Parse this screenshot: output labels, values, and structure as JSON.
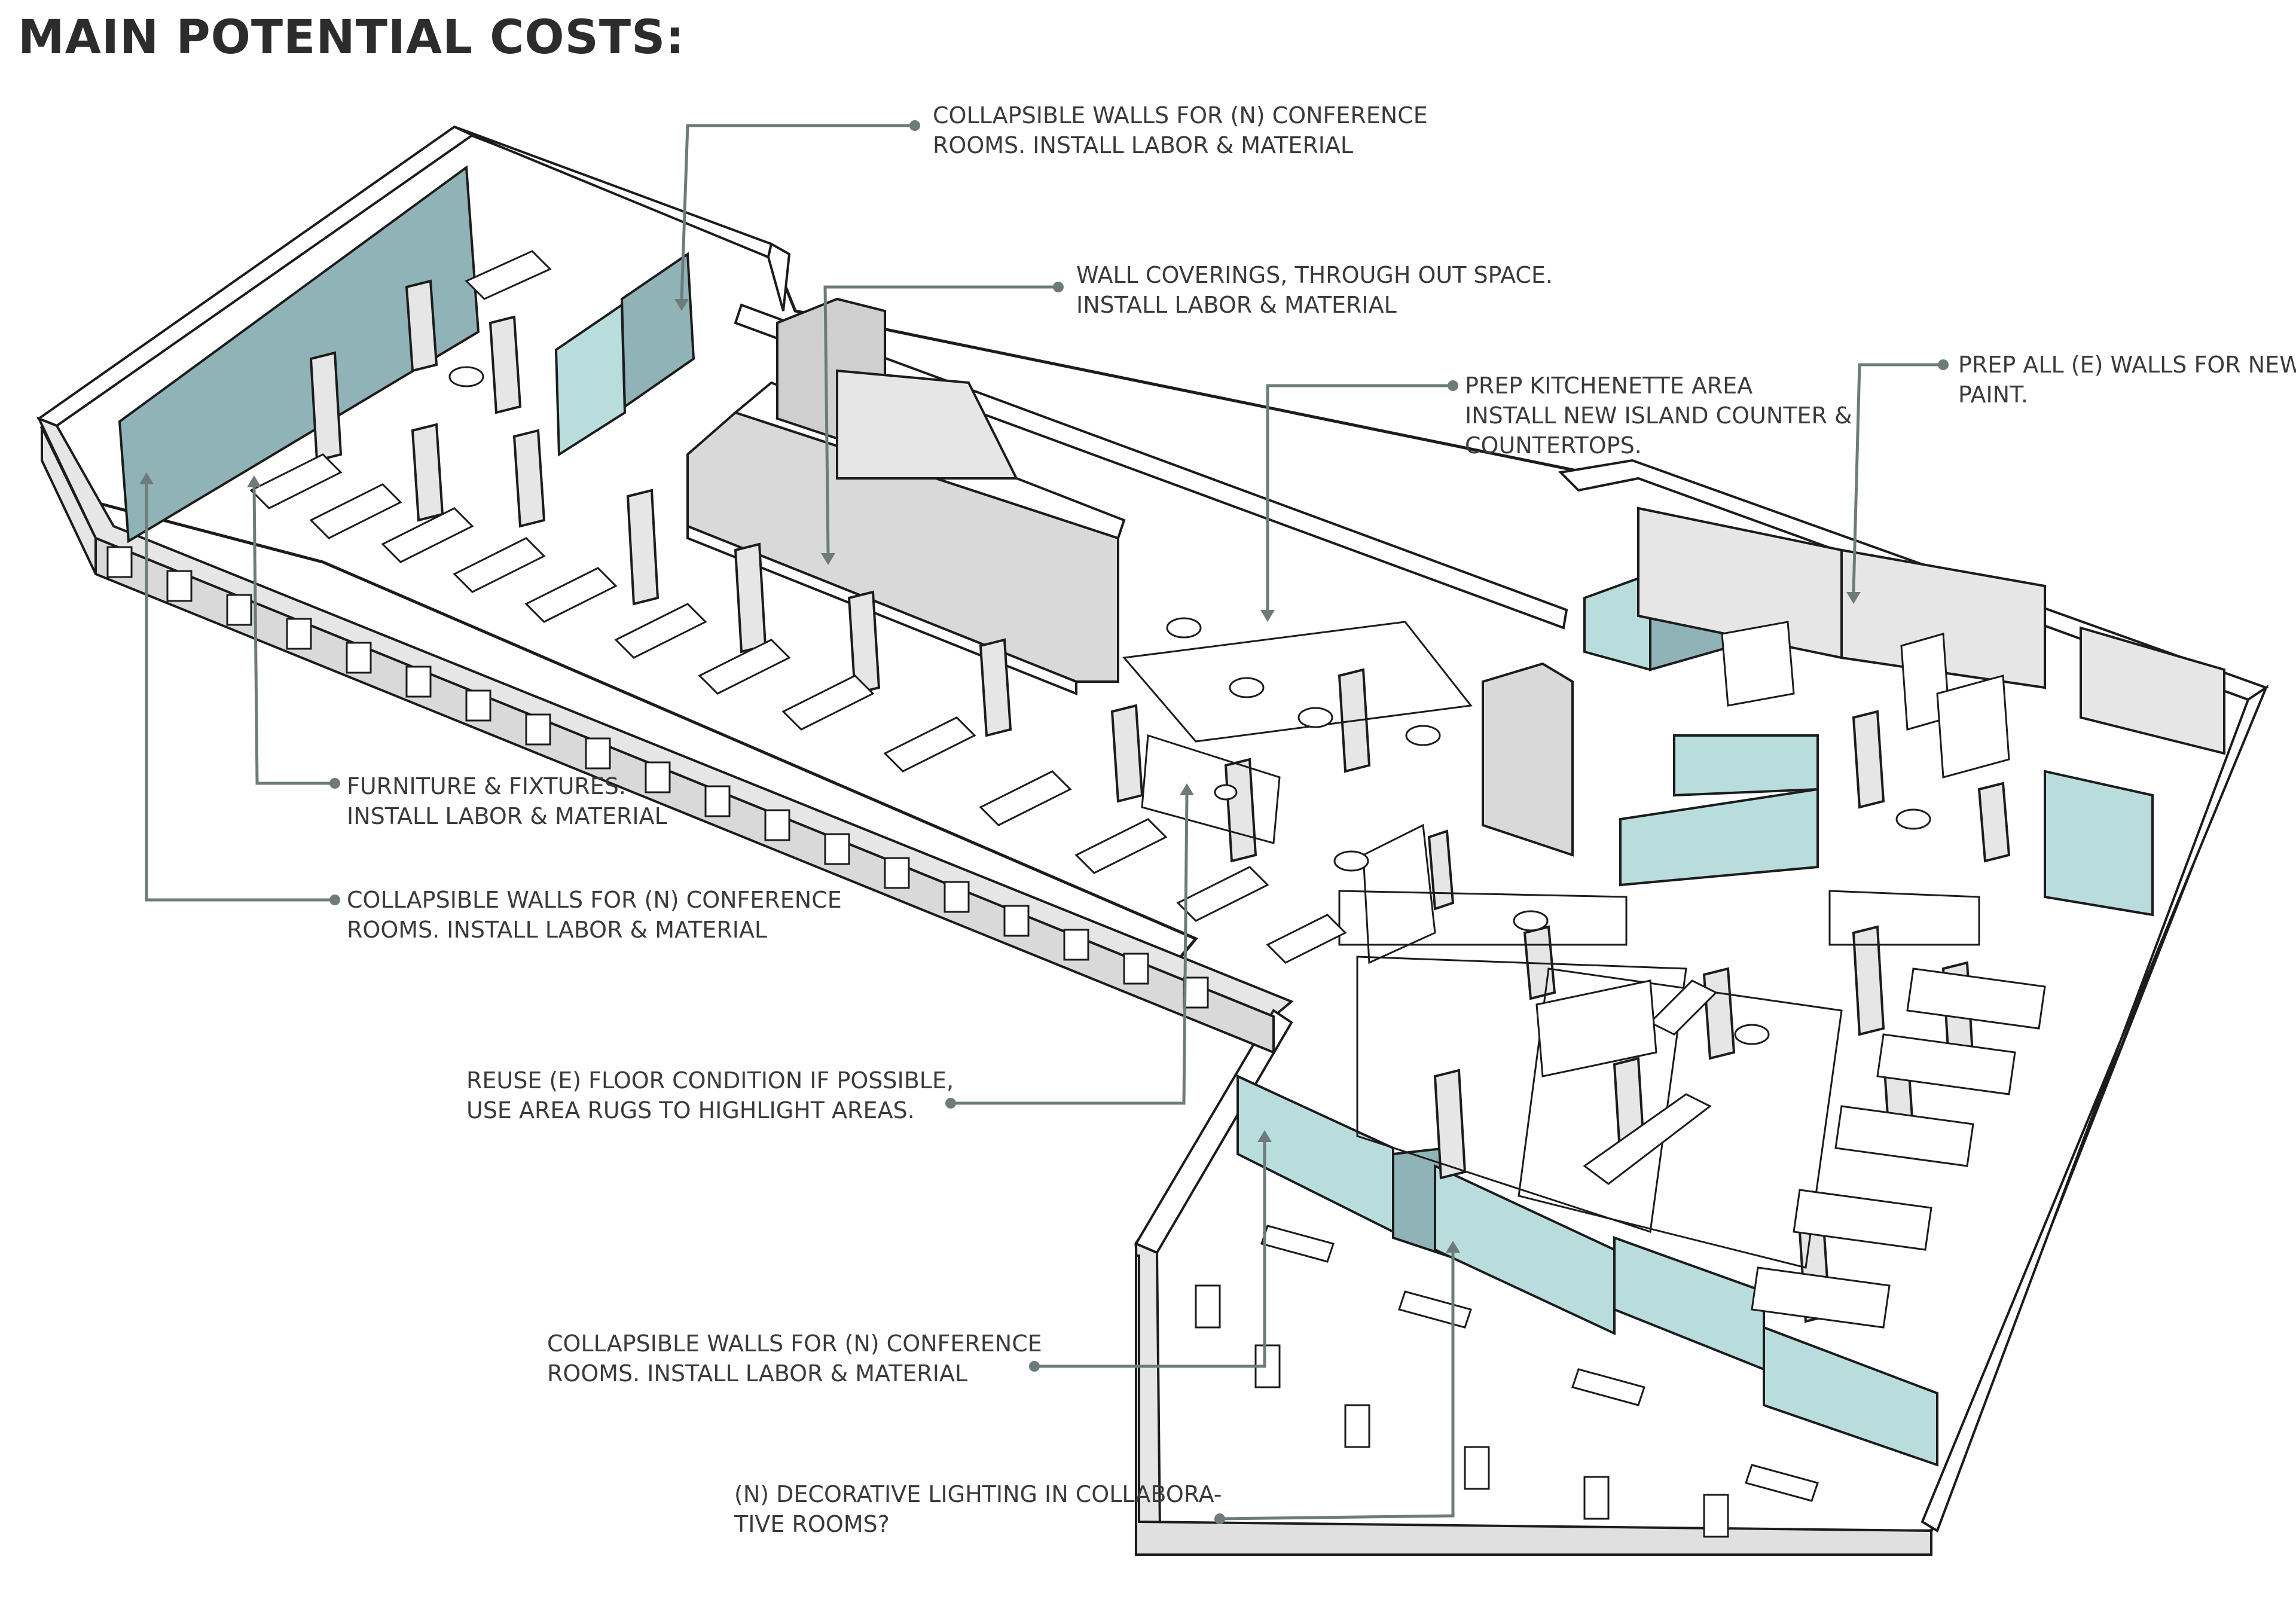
{
  "title": "MAIN POTENTIAL COSTS:",
  "colors": {
    "wall_face": "#e6e6e6",
    "wall_top": "#ffffff",
    "wall_dark": "#cfcfcf",
    "partition_teal": "#8fb3b6",
    "partition_light_teal": "#b9dcdc",
    "leader_line": "#6d7b7b",
    "outline": "#1c1c1c",
    "text": "#3a3a3a"
  },
  "callouts": [
    {
      "id": "collapsible-walls-top",
      "lines": [
        "COLLAPSIBLE WALLS FOR (N) CONFERENCE",
        "ROOMS. INSTALL LABOR & MATERIAL"
      ]
    },
    {
      "id": "wall-coverings",
      "lines": [
        "WALL COVERINGS, THROUGH OUT SPACE.",
        "INSTALL LABOR & MATERIAL"
      ]
    },
    {
      "id": "prep-kitchenette",
      "lines": [
        "PREP KITCHENETTE AREA",
        "INSTALL NEW ISLAND COUNTER &",
        "COUNTERTOPS."
      ]
    },
    {
      "id": "prep-walls-paint",
      "lines": [
        "PREP ALL (E) WALLS FOR NEW",
        "PAINT."
      ]
    },
    {
      "id": "furniture-fixtures",
      "lines": [
        "FURNITURE & FIXTURES.",
        "INSTALL LABOR & MATERIAL"
      ]
    },
    {
      "id": "collapsible-walls-left",
      "lines": [
        "COLLAPSIBLE WALLS FOR (N) CONFERENCE",
        "ROOMS. INSTALL LABOR & MATERIAL"
      ]
    },
    {
      "id": "reuse-floor",
      "lines": [
        "REUSE  (E) FLOOR CONDITION IF POSSIBLE,",
        "USE AREA RUGS TO HIGHLIGHT AREAS."
      ]
    },
    {
      "id": "collapsible-walls-bottom",
      "lines": [
        "COLLAPSIBLE WALLS FOR (N) CONFERENCE",
        "ROOMS. INSTALL LABOR & MATERIAL"
      ]
    },
    {
      "id": "decorative-lighting",
      "lines": [
        "(N) DECORATIVE LIGHTING IN COLLABORA-",
        "TIVE ROOMS?"
      ]
    }
  ]
}
